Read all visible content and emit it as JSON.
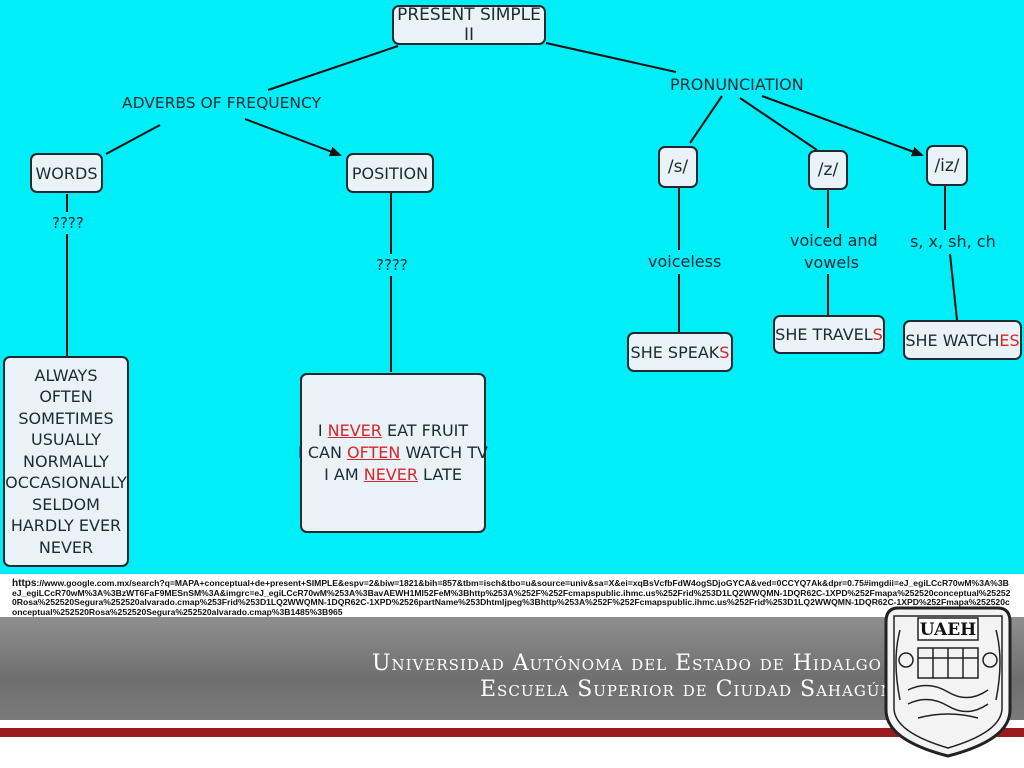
{
  "diagram": {
    "title": "PRESENT SIMPLE II",
    "adverbs_label": "ADVERBS OF FREQUENCY",
    "pronunciation_label": "PRONUNCIATION",
    "words_node": "WORDS",
    "position_node": "POSITION",
    "words_question": "????",
    "position_question": "????",
    "adverbs_list": [
      "ALWAYS",
      "OFTEN",
      "SOMETIMES",
      "USUALLY",
      "NORMALLY",
      "OCCASIONALLY",
      "SELDOM",
      "HARDLY EVER",
      "NEVER"
    ],
    "position_examples": [
      {
        "before": "I ",
        "adverb": "NEVER",
        "after": " EAT FRUIT"
      },
      {
        "before": "I CAN ",
        "adverb": "OFTEN",
        "after": " WATCH TV"
      },
      {
        "before": "I AM ",
        "adverb": "NEVER",
        "after": " LATE"
      }
    ],
    "sound_s": "/s/",
    "sound_z": "/z/",
    "sound_iz": "/iz/",
    "voiceless": "voiceless",
    "voiced_line1": "voiced and",
    "voiced_line2": "vowels",
    "iz_rule": "s, x, sh, ch",
    "example_s": {
      "base": "SHE SPEAK",
      "ending": "S"
    },
    "example_z": {
      "base": "SHE TRAVEL",
      "ending": "S"
    },
    "example_iz": {
      "base": "SHE WATCH",
      "ending": "ES"
    }
  },
  "source_url": {
    "prefix": "https",
    "rest": "://www.google.com.mx/search?q=MAPA+conceptual+de+present+SIMPLE&espv=2&biw=1821&bih=857&tbm=isch&tbo=u&source=univ&sa=X&ei=xqBsVcfbFdW4ogSDjoGYCA&ved=0CCYQ7Ak&dpr=0.75#imgdii=eJ_egiLCcR70wM%3A%3BeJ_egiLCcR70wM%3A%3BzWT6FaF9MESnSM%3A&imgrc=eJ_egiLCcR70wM%253A%3BavAEWH1MI52FeM%3Bhttp%253A%252F%252Fcmapspublic.ihmc.us%252Frid%253D1LQ2WWQMN-1DQR62C-1XPD%252Fmapa%252520conceptual%252520Rosa%252520Segura%252520alvarado.cmap%253Frid%253D1LQ2WWQMN-1DQR62C-1XPD%2526partName%253Dhtmljpeg%3Bhttp%253A%252F%252Fcmapspublic.ihmc.us%252Frid%253D1LQ2WWQMN-1DQR62C-1XPD%252Fmapa%252520conceptual%252520Rosa%252520Segura%252520alvarado.cmap%3B1485%3B965"
  },
  "footer": {
    "university": "Universidad Autónoma del Estado de Hidalgo",
    "school": "Escuela Superior de Ciudad Sahagún",
    "seal_text": "UAEH"
  },
  "colors": {
    "diagram_bg": "#00eef8",
    "node_fill": "#e9f2f6",
    "accent_red": "#d8252b",
    "footer_gray": "#7a7a7a",
    "stripe_red": "#9a1a1e"
  }
}
